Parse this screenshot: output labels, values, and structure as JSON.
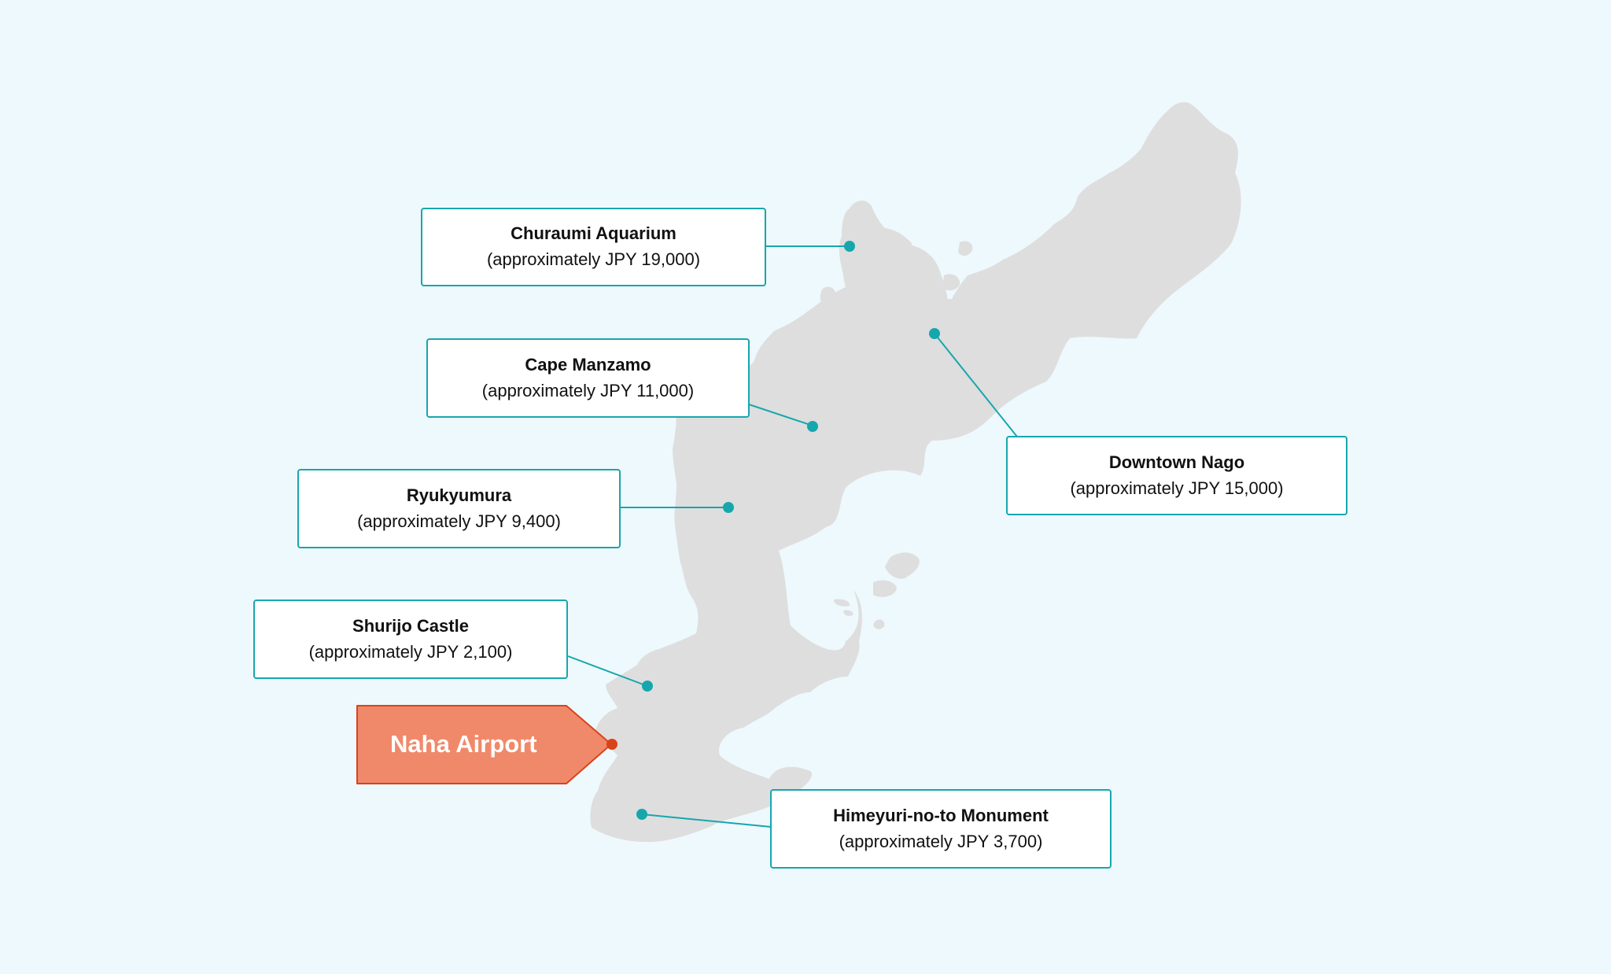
{
  "map": {
    "colors": {
      "background": "#eef9fd",
      "land": "#dedede",
      "accent": "#16a7ad",
      "airport_fill": "#f0896a",
      "airport_border": "#d9431a"
    },
    "airport": {
      "label": "Naha Airport",
      "icon": "tag-shape"
    },
    "destinations": [
      {
        "name": "Churaumi Aquarium",
        "price": "(approximately JPY 19,000)"
      },
      {
        "name": "Cape Manzamo",
        "price": "(approximately JPY 11,000)"
      },
      {
        "name": "Ryukyumura",
        "price": "(approximately JPY 9,400)"
      },
      {
        "name": "Shurijo Castle",
        "price": "(approximately JPY 2,100)"
      },
      {
        "name": "Downtown Nago",
        "price": "(approximately JPY 15,000)"
      },
      {
        "name": "Himeyuri-no-to Monument",
        "price": "(approximately JPY 3,700)"
      }
    ]
  }
}
